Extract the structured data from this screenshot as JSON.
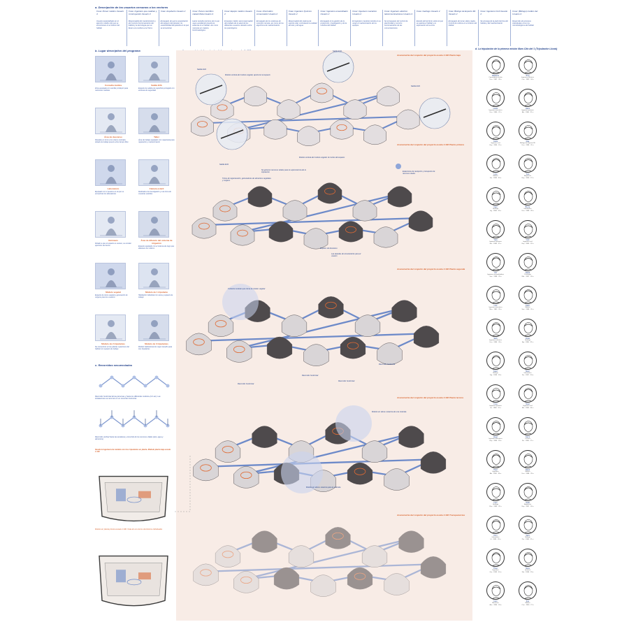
{
  "sections": {
    "a": "a. Descripción de los usuarios cercanos a los vectores",
    "b": "b. Lugar descriptivo del programa",
    "c": "c. Recorridos secuenciados",
    "center": "e. Axonometría del conjunto del proyecto escala 1:400",
    "d": "d. La tripulación de la primera misión Mars Cito del 1 (Tripulación Lluvia)"
  },
  "header": [
    {
      "name": "Crew: Ponen médico Usuario 4",
      "desc": "Usuario especializado en el ejercicio médico del que se encontraran en el interior del hábitat"
    },
    {
      "name": "Crew: Ingeniero que realizan y construyendo Usuario 3",
      "desc": "Responsable del mantenimiento y del correcto funcionamiento del hábitat y la tecnología que se llevan a la muñeca a la Tierra"
    },
    {
      "name": "Crew: Arquitecto Usuario 2",
      "desc": "Encargado de que la organización del espacio del planeta y la sostenibilidad del planeta en el que se encuentran"
    },
    {
      "name": "Crew: Ponen científico catastrofista Usuario 4",
      "desc": "Hacer estudios teóricos de lo que vaya sucediendo durante la estancia en el hábitat. Así como menores en materia bioclimatológica"
    },
    {
      "name": "Crew: Equipo médico Usuario 2",
      "desc": "El equipo médico será responsable del cuidado de la salud de los diferentes usuarios. Estudio sobre los psicológicos"
    },
    {
      "name": "Crew: Informático conservador Usuario 2",
      "desc": "Encargado de los sistemas de conexión remota, así como de los algoritmos de mantenimiento"
    },
    {
      "name": "Crew: Ingeniero Químico Usuario 2",
      "desc": "Responsable del sistema de soporte vital, controlando la calidad del aire y del agua"
    },
    {
      "name": "Crew: Ingeniero ensamblador Usuario 2",
      "desc": "Encargado en la gestión de la producción, investigación y de la robótica del hábitat"
    },
    {
      "name": "Crew: Ingeniero mecánico Usuario 2",
      "desc": "El ingeniero mecánico tendrá en su cargo el mantenimiento de los equipos"
    },
    {
      "name": "Crew: Ingeniero eléctrico telecomunicaciones Usuario 4",
      "desc": "Se encargarán del control de electricidad y correcto funcionamiento de las comunicaciones"
    },
    {
      "name": "Crew: Geólogo Usuario 2",
      "desc": "Estudio del territorio sobre el que se asienta el hábitat y la exploración de la zona"
    },
    {
      "name": "Crew: Biólogo de Experto 3D Usuario 2",
      "desc": "Encargado de tomar datos reales. Control de cultivos en el interior del hábitat"
    },
    {
      "name": "Crew: Ingeniero Civil Usuario 2",
      "desc": "Se encarga de la parte técnica del hábitat y del mantenimiento"
    },
    {
      "name": "Crew: (Biólogo) médico del Usuario 4",
      "desc": "Desarrollo de procesos individuales como los microbiológicos del hábitat"
    }
  ],
  "programs": [
    {
      "name": "Consulta médica",
      "desc": "Zona equipada con camilla y botiquín para revisiones médicas"
    },
    {
      "name": "Salida EVA",
      "desc": "Espacio de salida a la superficie protegido con esclusas de seguridad"
    },
    {
      "name": "Área de descanso",
      "desc": "Situadas en torno a los claros centrales, dotado de trabajo puesto entre tiempo libre"
    },
    {
      "name": "Taller",
      "desc": "Área de trabajo equipado con maquinaria para reparación y mantenimiento"
    },
    {
      "name": "Laboratorio",
      "desc": "Equipado con 2 puestos en el que se encuentran los laboratorios"
    },
    {
      "name": "Cámara estéril",
      "desc": "Dedicada a la investigación y a la toma de muestras estériles"
    },
    {
      "name": "Gimnasio",
      "desc": "Dotado a que el espacio es escaso, se emulan ejercicios de fuerza"
    },
    {
      "name": "Área de difusión del sistema de irrigación",
      "desc": "Espacio equipado con el sistema de riego que abastece los cultivos"
    },
    {
      "name": "Módulo vegetal",
      "desc": "Espacio de cierre vegetal y generación de oxígeno para los usuarios"
    },
    {
      "name": "Módulo de 1 tripulante",
      "desc": "Habitación individual con cama y espacio de trabajo"
    },
    {
      "name": "Módulo de 2 tripulantes",
      "desc": "Se encuentran en las plantas superiores del hábitat con espacio de trabajo"
    },
    {
      "name": "Módulo de 3 tripulantes",
      "desc": "Módulo habitacional de mayor tamaño para tres tripulantes"
    }
  ],
  "sequences": {
    "cap1": "Recorrido horizontal de las personas y hacia los diferentes módulos (Un ser). Las instalaciones se recorren en un recorrido horizontal.",
    "cap2": "Recorrido vertical hacia las escaleras y recorrido de los recursos vitales (aire, agua y alimentos)",
    "cap3": "Desde la Ingeniería de módulo con tres tripulantes en planta. Módulo planta baja escala 1:100",
    "cap4": "Módulo en planta primera escala 1:100. Vista de uno de los dormitorios individuales"
  },
  "plans": [
    {
      "title": "Axonometría del conjunto del proyecto escala 1:400 Planta baja"
    },
    {
      "title": "Axonometría del conjunto del proyecto escala 1:400 Planta primera"
    },
    {
      "title": "Axonometría del conjunto del proyecto escala 1:400 Planta segunda"
    },
    {
      "title": "Axonometría del conjunto del proyecto escala 1:400 Planta tercera"
    },
    {
      "title": "Axonometría del conjunto del proyecto escala 1:400 Transparencias"
    }
  ],
  "annotations": {
    "a1": "Salida EVA",
    "a2": "Módulo central del módulo vegetal, aporte luz al espacio",
    "a3": "Salida EVA",
    "a4": "Salida EVA",
    "a5": "Salida EVA",
    "a6": "Módulo central del módulo vegetal: el núcleo del espacio",
    "b1": "Tubos de regeneración, generadores de alimentos vegetales y oxígeno",
    "b2": "Se generan recursos vitales para la supervivencia de la tripulación",
    "b3": "Estaciones de recepción y transporte de recursos vitales",
    "b4": "Espacio de descanso",
    "b5": "Las ataúdes de enrutamiento para el usuario",
    "c1": "Cubierta modular que cierra el módulo vegetal",
    "c2": "Recorrido horizontal",
    "c3": "Recorrido horizontal",
    "c4": "Recorrido horizontal",
    "c5": "Recorrido horizontal",
    "d1": "Módulo en altura: estancia de una vivienda",
    "d2": "Módulo en altura: estancia para la vivienda"
  },
  "crew": [
    {
      "name": "Dalianne",
      "role": "Comandante misión",
      "data": "Usa · 1987 · 39 a"
    },
    {
      "name": "Tony",
      "role": "Ingeniero eléctrico",
      "data": "Can · 1982 · 34 a"
    },
    {
      "name": "Lewis",
      "role": "Ingeniero mecánico",
      "data": "Usa · 1980 · 37 a"
    },
    {
      "name": "Hans",
      "role": "Ingeniero químico",
      "data": "Ale · 1986 · 31 a"
    },
    {
      "name": "Carla",
      "role": "Ingeniera civil",
      "data": "Esp · 1986 · 31 a"
    },
    {
      "name": "Rae",
      "role": "Biólogo de Experto 3D",
      "data": "Usa · 1986 · 31 a"
    },
    {
      "name": "Lina",
      "role": "Médico",
      "data": "Fra · 1983 · 34 a"
    },
    {
      "name": "Ana",
      "role": "Arquitecto",
      "data": "Esp · 1990 · 27 a"
    },
    {
      "name": "Cain",
      "role": "Geólogo",
      "data": "Ing · 1984 · 33 a"
    },
    {
      "name": "Bryce",
      "role": "Informático",
      "data": "Usa · 1989 · 28 a"
    },
    {
      "name": "Yara",
      "role": "Ingeniera química",
      "data": "Bra · 1986 · 31 a"
    },
    {
      "name": "Cari",
      "role": "Ingeniera civil",
      "data": "Esp · 1985 · 32 a"
    },
    {
      "name": "Ciri",
      "role": "Ingeniera ensambladora",
      "data": "Sue · 1988 · 29 a"
    },
    {
      "name": "Aisha",
      "role": "Psicóloga",
      "data": "Mar · 1987 · 30 a"
    },
    {
      "name": "Luis",
      "role": "Ingeniero mecánico",
      "data": "Mex · 1982 · 35 a"
    },
    {
      "name": "Karin",
      "role": "Médica",
      "data": "Sue · 1986 · 31 a"
    },
    {
      "name": "Seth",
      "role": "Ingeniero eléctrico",
      "data": "Usa · 1984 · 33 a"
    },
    {
      "name": "Omar",
      "role": "Geólogo",
      "data": "Egi · 1985 · 32 a"
    },
    {
      "name": "Kaori",
      "role": "Bióloga",
      "data": "Jap · 1989 · 28 a"
    },
    {
      "name": "Marc",
      "role": "Informático",
      "data": "Fra · 1987 · 30 a"
    },
    {
      "name": "Irma",
      "role": "Ingeniera química",
      "data": "Ita · 1986 · 31 a"
    },
    {
      "name": "Noel",
      "role": "Ingeniero civil",
      "data": "Bel · 1983 · 34 a"
    },
    {
      "name": "Hugo",
      "role": "Ingeniero mecánico",
      "data": "Esp · 1984 · 33 a"
    },
    {
      "name": "Sami",
      "role": "Técnico",
      "data": "Fin · 1990 · 27 a"
    },
    {
      "name": "Paul",
      "role": "Ingeniero",
      "data": "Ale · 1981 · 36 a"
    },
    {
      "name": "Dana",
      "role": "Médica",
      "data": "Usa · 1988 · 29 a"
    },
    {
      "name": "Ivan",
      "role": "Geólogo",
      "data": "Rus · 1985 · 32 a"
    },
    {
      "name": "Gala",
      "role": "Arquitecta",
      "data": "Esp · 1987 · 30 a"
    },
    {
      "name": "Finn",
      "role": "Informático",
      "data": "Irl · 1989 · 28 a"
    },
    {
      "name": "Vera",
      "role": "Bióloga",
      "data": "Por · 1986 · 31 a"
    },
    {
      "name": "Theo",
      "role": "Ingeniero",
      "data": "Gre · 1983 · 34 a"
    },
    {
      "name": "Nora",
      "role": "Química",
      "data": "Nor · 1988 · 29 a"
    },
    {
      "name": "Liam",
      "role": "Mecánico",
      "data": "Aus · 1984 · 33 a"
    },
    {
      "name": "Zoe",
      "role": "Médica",
      "data": "Can · 1990 · 27 a"
    }
  ]
}
